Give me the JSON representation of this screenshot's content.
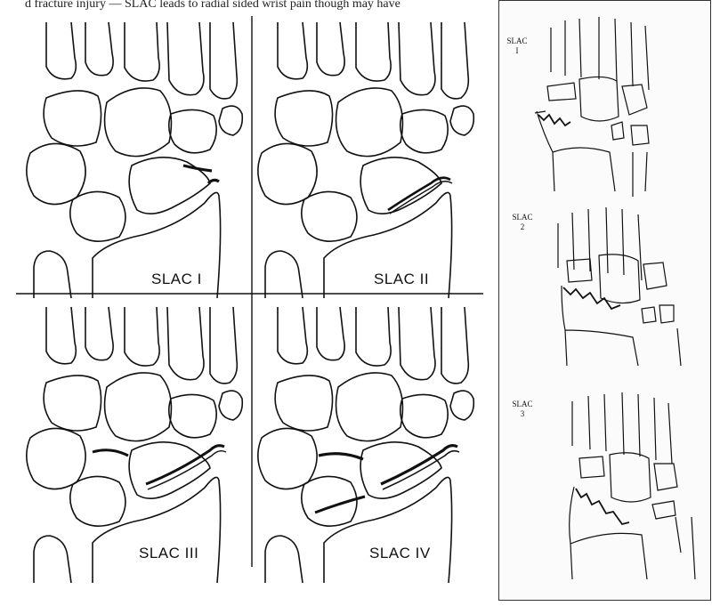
{
  "header_text": "d fracture injury — SLAC leads to radial sided wrist pain though may have",
  "quadrants": [
    {
      "label": "SLAC I"
    },
    {
      "label": "SLAC II"
    },
    {
      "label": "SLAC III"
    },
    {
      "label": "SLAC IV"
    }
  ],
  "side_panels": [
    {
      "line1": "SLAC",
      "line2": "I"
    },
    {
      "line1": "SLAC",
      "line2": "2"
    },
    {
      "line1": "SLAC",
      "line2": "3"
    }
  ]
}
